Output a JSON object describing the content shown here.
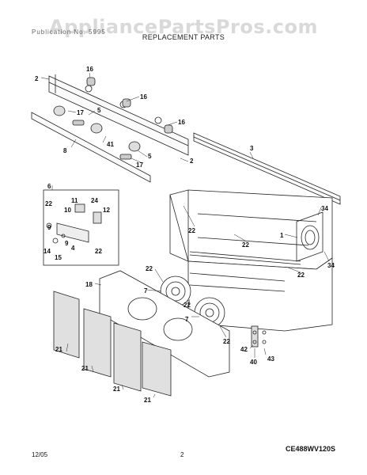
{
  "header": {
    "watermark": "AppliancePartsPros.com",
    "publication": "Publication No. 5995",
    "subtitle": "REPLACEMENT PARTS"
  },
  "diagram": {
    "model_code": "CE488WV120S",
    "callouts": [
      "1",
      "2",
      "3",
      "4",
      "5",
      "6",
      "7",
      "8",
      "9",
      "10",
      "11",
      "12",
      "14",
      "15",
      "16",
      "17",
      "18",
      "21",
      "22",
      "24",
      "34",
      "40",
      "41",
      "42",
      "43"
    ]
  },
  "footer": {
    "date": "12/05",
    "page": "2"
  }
}
